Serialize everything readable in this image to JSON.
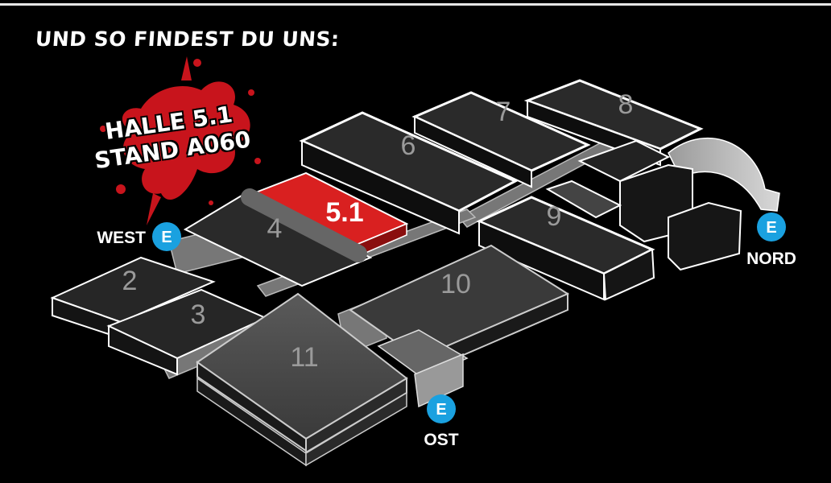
{
  "title": "UND SO FINDEST DU UNS:",
  "badge": {
    "line1": "HALLE 5.1",
    "line2": "STAND A060"
  },
  "colors": {
    "highlight": "#d92020",
    "entrance": "#1aa1e0",
    "background": "#000000"
  },
  "halls": [
    {
      "id": "2",
      "label": "2"
    },
    {
      "id": "3",
      "label": "3"
    },
    {
      "id": "4",
      "label": "4"
    },
    {
      "id": "5.1",
      "label": "5.1",
      "highlighted": true
    },
    {
      "id": "6",
      "label": "6"
    },
    {
      "id": "7",
      "label": "7"
    },
    {
      "id": "8",
      "label": "8"
    },
    {
      "id": "9",
      "label": "9"
    },
    {
      "id": "10",
      "label": "10"
    },
    {
      "id": "11",
      "label": "11"
    }
  ],
  "entrances": [
    {
      "id": "west",
      "icon": "E",
      "label": "WEST"
    },
    {
      "id": "nord",
      "icon": "E",
      "label": "NORD"
    },
    {
      "id": "ost",
      "icon": "E",
      "label": "OST"
    }
  ]
}
